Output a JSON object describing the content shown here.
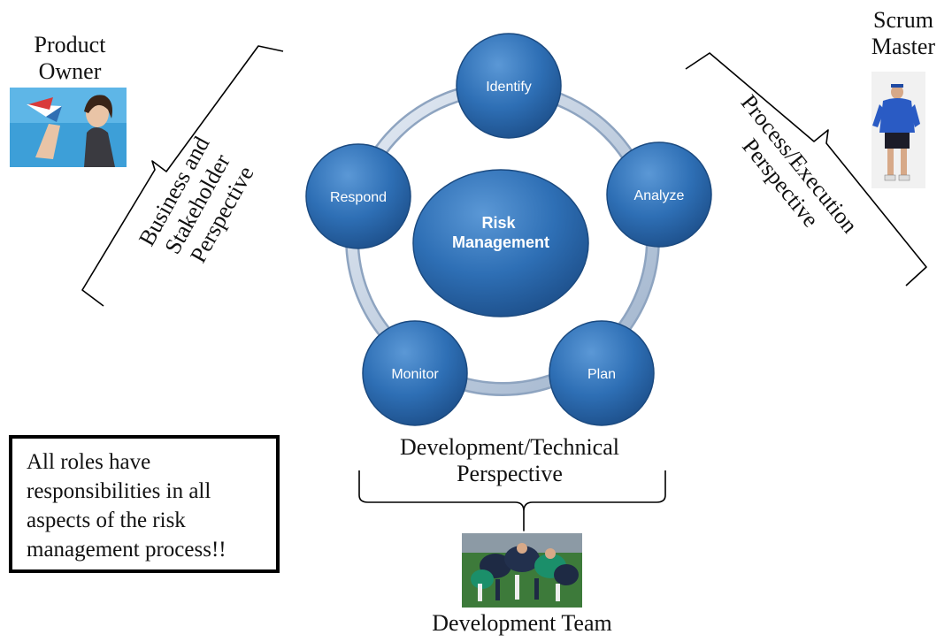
{
  "roles": {
    "product_owner": "Product\nOwner",
    "scrum_master": "Scrum\nMaster",
    "development_team": "Development Team"
  },
  "perspectives": {
    "business": "Business and\nStakeholder\nPerspective",
    "process": "Process/Execution\nPerspective",
    "technical": "Development/Technical\nPerspective"
  },
  "cycle": {
    "center": "Risk\nManagement",
    "steps": [
      "Identify",
      "Analyze",
      "Plan",
      "Monitor",
      "Respond"
    ]
  },
  "note": "All roles have responsibilities in all aspects of the risk management process!!",
  "colors": {
    "node": "#2e6fb5",
    "node_dark": "#1d4f8a",
    "ring": "#b9c8dc",
    "bracket": "#000000"
  },
  "icons": {
    "product_owner_photo": "businesswoman-paper-plane-photo",
    "scrum_master_photo": "man-blue-jacket-photo",
    "development_team_photo": "rugby-scrum-photo"
  }
}
